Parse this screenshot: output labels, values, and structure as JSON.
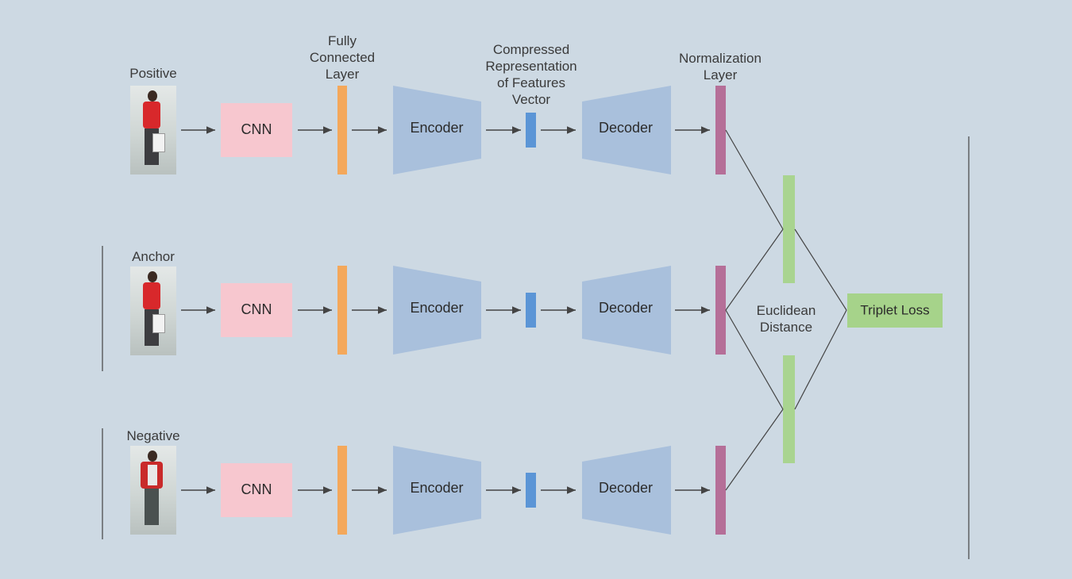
{
  "labels": {
    "positive": "Positive",
    "anchor": "Anchor",
    "negative": "Negative",
    "fully_connected": "Fully\nConnected\nLayer",
    "compressed": "Compressed\nRepresentation\nof Features\nVector",
    "normalization": "Normalization\nLayer",
    "euclidean": "Euclidean\nDistance"
  },
  "blocks": {
    "cnn": "CNN",
    "encoder": "Encoder",
    "decoder": "Decoder",
    "triplet_loss": "Triplet Loss"
  },
  "colors": {
    "background": "#cdd9e3",
    "cnn": "#f7c7cf",
    "fully_connected": "#f4a85b",
    "encoder_decoder": "#a9c0dc",
    "compressed_vector": "#5b95d6",
    "normalization": "#b56f98",
    "euclidean": "#a9d490",
    "triplet_loss": "#a6d38a",
    "arrow": "#444444"
  }
}
